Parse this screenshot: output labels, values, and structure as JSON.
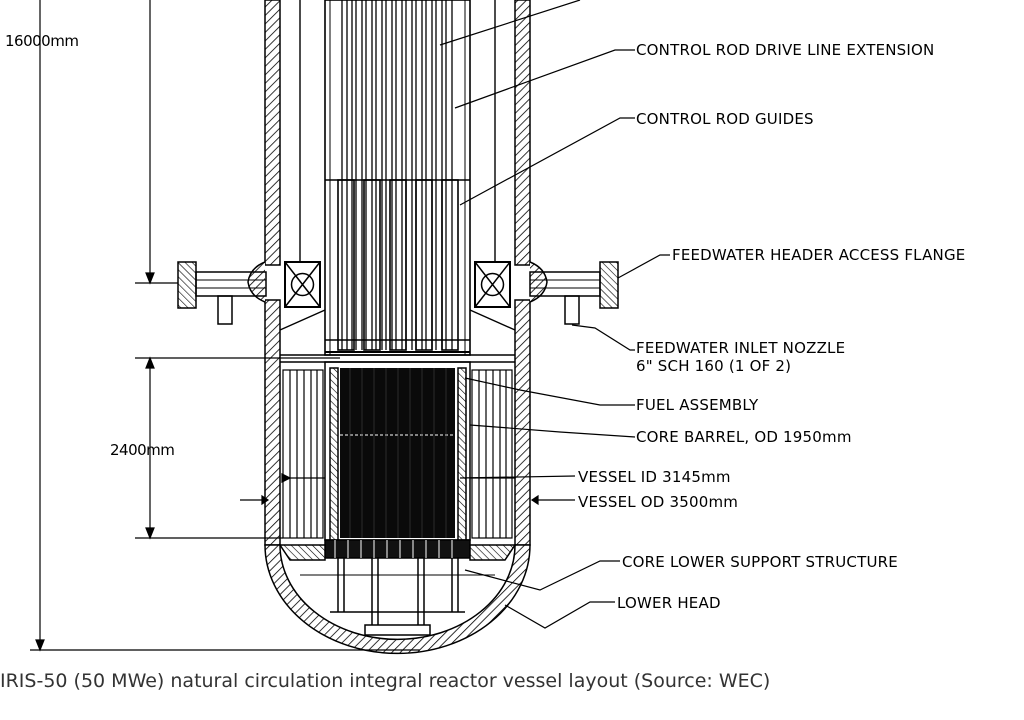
{
  "dimensions": {
    "overall_height": "16000mm",
    "core_height": "2400mm"
  },
  "labels": {
    "control_rod_drive_line_extension": "CONTROL ROD DRIVE LINE EXTENSION",
    "control_rod_guides": "CONTROL ROD GUIDES",
    "feedwater_header_access_flange": "FEEDWATER HEADER ACCESS FLANGE",
    "feedwater_inlet_nozzle": "FEEDWATER INLET NOZZLE",
    "feedwater_inlet_nozzle_spec": "6\" SCH 160 (1 OF 2)",
    "fuel_assembly": "FUEL ASSEMBLY",
    "core_barrel": "CORE BARREL, OD 1950mm",
    "vessel_id": "VESSEL ID 3145mm",
    "vessel_od": "VESSEL OD 3500mm",
    "core_lower_support_structure": "CORE LOWER SUPPORT STRUCTURE",
    "lower_head": "LOWER HEAD"
  },
  "caption": "IRIS-50 (50 MWe) natural circulation integral reactor vessel layout (Source: WEC)"
}
